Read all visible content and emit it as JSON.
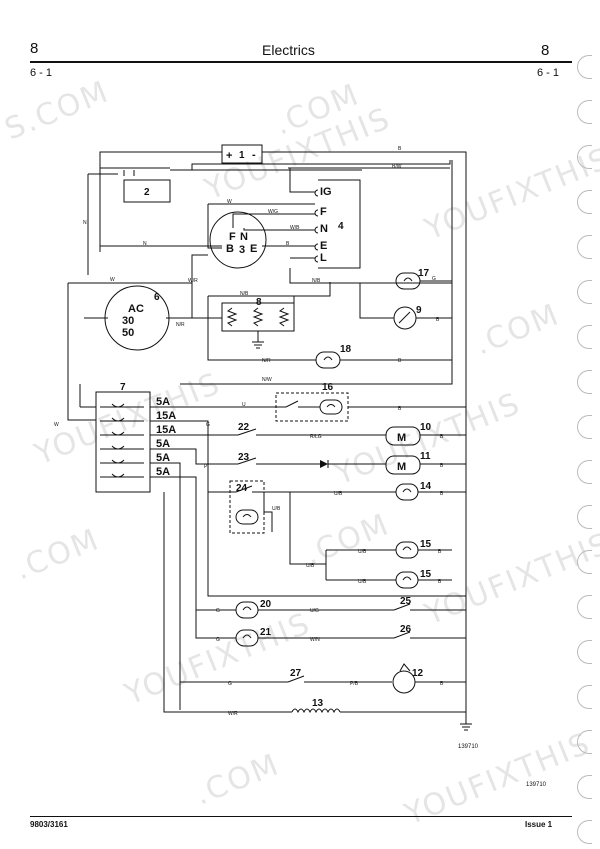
{
  "header": {
    "section_left": "8",
    "title": "Electrics",
    "section_right": "8",
    "page_left": "6 - 1",
    "page_right": "6 - 1"
  },
  "footer": {
    "doc_number": "9803/3161",
    "issue": "Issue 1"
  },
  "diagram": {
    "ref_code": "139710",
    "ref_code_2": "139710",
    "components": {
      "c1": "1",
      "c2": "2",
      "c4": "4",
      "c6": "6",
      "c7": "7",
      "c8": "8",
      "c9": "9",
      "c10": "10",
      "c11": "11",
      "c12": "12",
      "c13": "13",
      "c14": "14",
      "c15a": "15",
      "c15b": "15",
      "c16": "16",
      "c17": "17",
      "c18": "18",
      "c20": "20",
      "c21": "21",
      "c22": "22",
      "c23": "23",
      "c24": "24",
      "c25": "25",
      "c26": "26",
      "c27": "27"
    },
    "terminals": {
      "ig": "IG",
      "f": "F",
      "n": "N",
      "e": "E",
      "l": "L",
      "alt_f": "F",
      "alt_n": "N",
      "alt_b": "B",
      "alt_3": "3",
      "alt_e": "E",
      "plus": "+",
      "minus": "-",
      "ac": "AC",
      "t30": "30",
      "t50": "50"
    },
    "fuses": [
      "5A",
      "15A",
      "15A",
      "5A",
      "5A",
      "5A"
    ],
    "wire_labels": {
      "b_top": "B",
      "bw": "B/W",
      "w_top": "W",
      "wg": "W/G",
      "wb": "W/B",
      "n_left": "N",
      "n_mid": "N",
      "b_alt": "B",
      "w_mid": "W",
      "wr": "W/R",
      "nb_17": "N/B",
      "g_17": "G",
      "nb_8": "N/B",
      "b_9": "B",
      "nr_6": "N/R",
      "nr_18": "N/R",
      "b_18": "B",
      "nw": "N/W",
      "w_left": "W",
      "u_16": "U",
      "b_16": "B",
      "g_fuse": "G",
      "rlg": "R/LG",
      "b_10": "B",
      "p_23": "P",
      "b_11": "B",
      "ub_14": "U/B",
      "b_14": "B",
      "ub_24": "U/B",
      "ub_15a": "U/B",
      "ub_mid": "U/B",
      "b_15a": "B",
      "ub_15b": "U/B",
      "b_15b": "B",
      "g_20": "G",
      "ug_20": "U/G",
      "g_21": "G",
      "wn_21": "W/N",
      "g_27": "G",
      "pb_27": "P/B",
      "b_12": "B",
      "wr_13": "W/R"
    }
  }
}
